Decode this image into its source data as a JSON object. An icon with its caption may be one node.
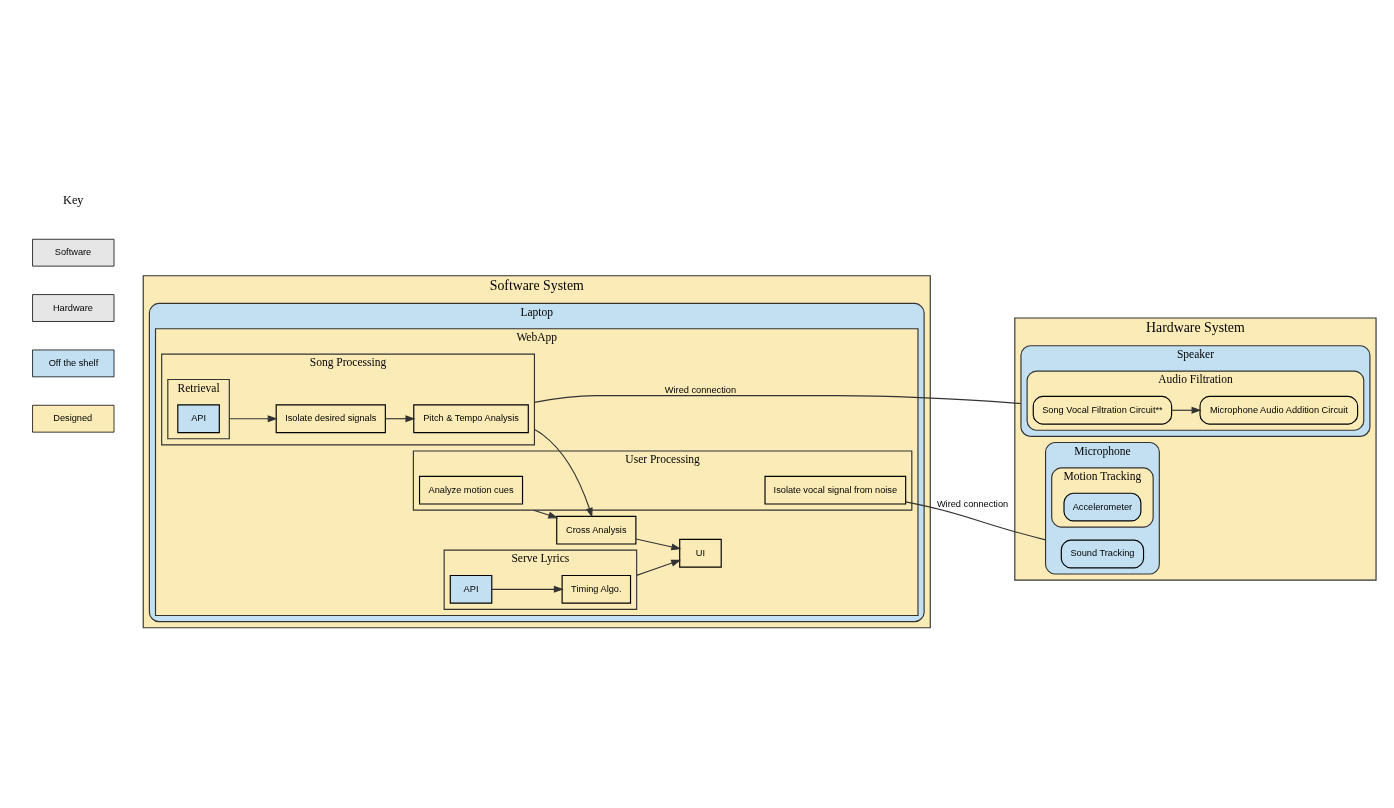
{
  "diagram": {
    "nodes": [
      {
        "text": [
          "Software System"
        ]
      },
      {
        "text": [
          "Laptop"
        ],
        "in": 0
      },
      {
        "text": [
          "WebApp"
        ],
        "in": 1
      },
      {
        "text": [
          "Song Processing"
        ],
        "in": 2
      },
      {
        "text": [
          "Retrieval"
        ],
        "in": 3
      },
      {
        "text": [
          "API"
        ],
        "in": 4
      },
      {
        "text": [
          "Isolate desired signals"
        ],
        "in": 3
      },
      {
        "text": [
          "Pitch & Tempo Analysis"
        ],
        "in": 3
      },
      {
        "text": [
          "User Processing"
        ],
        "in": 2
      },
      {
        "text": [
          "Isolate vocal signal from noise"
        ],
        "in": 8
      },
      {
        "text": [
          "Analyze motion cues"
        ],
        "in": 8
      },
      {
        "text": [
          "Cross Analysis"
        ],
        "in": 2
      },
      {
        "text": [
          "Serve Lyrics"
        ],
        "in": 2
      },
      {
        "text": [
          "API"
        ],
        "in": 12
      },
      {
        "text": [
          "Timing Algo."
        ],
        "in": 12
      },
      {
        "text": [
          "UI"
        ],
        "in": 2
      },
      {
        "text": [
          "Hardware System"
        ]
      },
      {
        "text": [
          "Speaker"
        ],
        "in": 16
      },
      {
        "text": [
          "Audio Filtration"
        ],
        "in": 17
      },
      {
        "text": [
          "Song Vocal Filtration Circuit**"
        ],
        "in": 18
      },
      {
        "text": [
          "Microphone Audio Addition Circuit"
        ],
        "in": 18
      },
      {
        "text": [
          "Microphone"
        ],
        "in": 16
      },
      {
        "text": [
          "Sound Tracking"
        ],
        "in": 21
      },
      {
        "text": [
          "Motion Tracking"
        ],
        "in": 21
      },
      {
        "text": [
          "Accelerometer"
        ],
        "in": 23
      }
    ],
    "edges": [
      {
        "from": 4,
        "to": 6,
        "arrow": "to"
      },
      {
        "from": 6,
        "to": 7,
        "arrow": "to"
      },
      {
        "from": 3,
        "to": 11,
        "arrow": "to"
      },
      {
        "from": 8,
        "to": 11,
        "arrow": "to"
      },
      {
        "from": 11,
        "to": 15,
        "arrow": "to"
      },
      {
        "from": 13,
        "to": 14,
        "arrow": "to"
      },
      {
        "from": 12,
        "to": 15,
        "arrow": "to"
      },
      {
        "from": 19,
        "to": 20,
        "arrow": "to"
      },
      {
        "from": 3,
        "to": 17,
        "arrow": "none",
        "label": "Wired connection"
      },
      {
        "from": 9,
        "to": 21,
        "arrow": "none",
        "label": "Wired connection"
      }
    ],
    "labels": [
      "Key"
    ],
    "legend": [
      {
        "text": "Software",
        "color": "#e6e6e6"
      },
      {
        "text": "Hardware",
        "color": "#e6e6e6"
      },
      {
        "text": "Off the shelf",
        "color": "#c2e0f2"
      },
      {
        "text": "Designed",
        "color": "#fbebb7"
      }
    ]
  }
}
